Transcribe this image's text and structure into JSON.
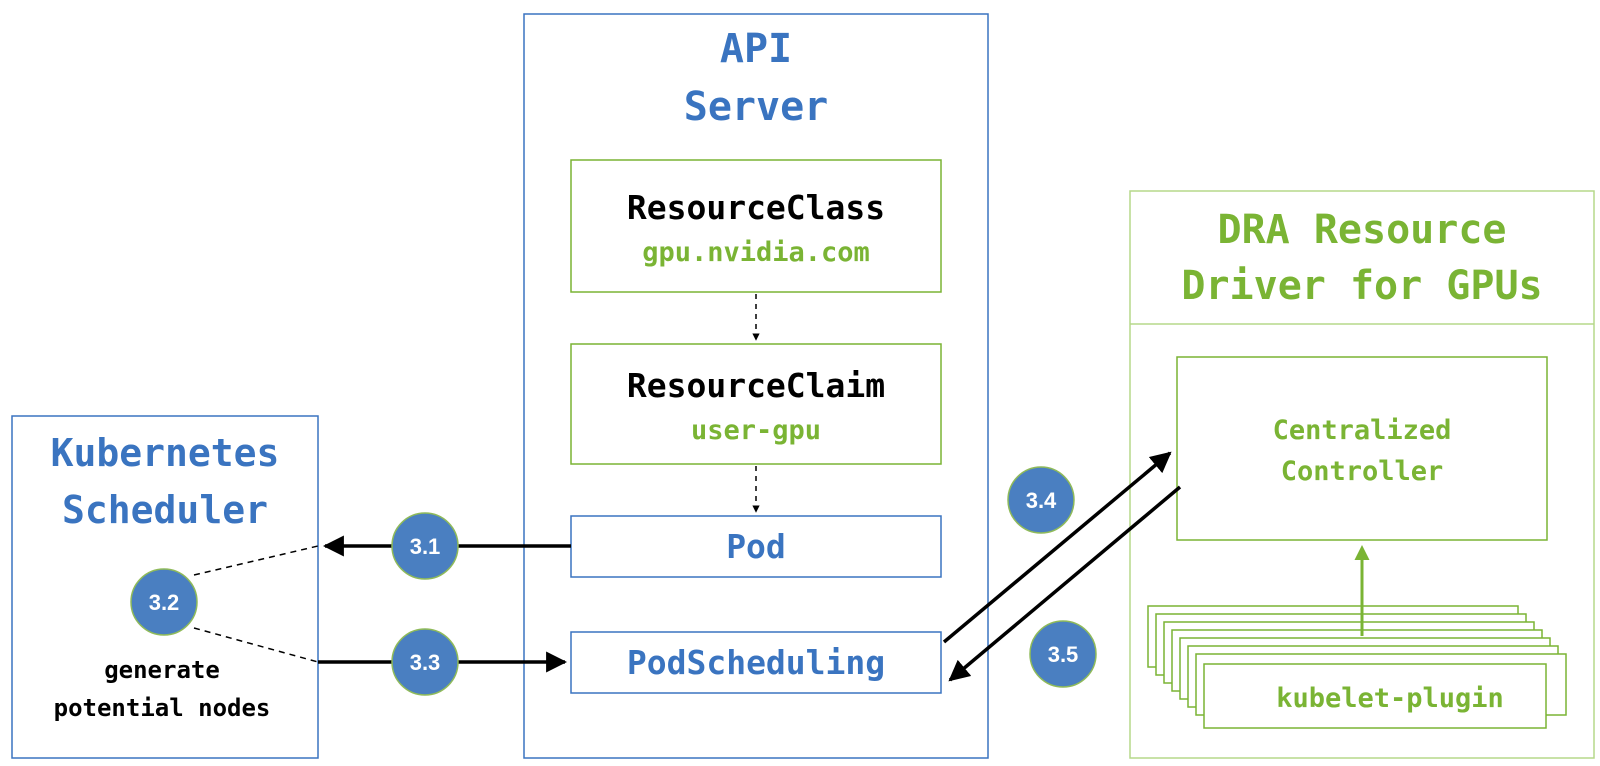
{
  "colors": {
    "blue": "#3a74c0",
    "blue_dark": "#2e6bbb",
    "green": "#7ab434",
    "green_light": "#b5d88a",
    "circle_fill": "#4a7fc1",
    "circle_stroke": "#8fba5a",
    "black": "#000000"
  },
  "api_server": {
    "title_line1": "API",
    "title_line2": "Server",
    "resource_class": {
      "title": "ResourceClass",
      "value": "gpu.nvidia.com"
    },
    "resource_claim": {
      "title": "ResourceClaim",
      "value": "user-gpu"
    },
    "pod": {
      "label": "Pod"
    },
    "pod_scheduling": {
      "label": "PodScheduling"
    }
  },
  "scheduler": {
    "title_line1": "Kubernetes",
    "title_line2": "Scheduler",
    "note_line1": "generate",
    "note_line2": "potential nodes"
  },
  "driver": {
    "title_line1": "DRA Resource",
    "title_line2": "Driver for GPUs",
    "controller_line1": "Centralized",
    "controller_line2": "Controller",
    "plugin_label": "kubelet-plugin"
  },
  "steps": {
    "s31": "3.1",
    "s32": "3.2",
    "s33": "3.3",
    "s34": "3.4",
    "s35": "3.5"
  }
}
